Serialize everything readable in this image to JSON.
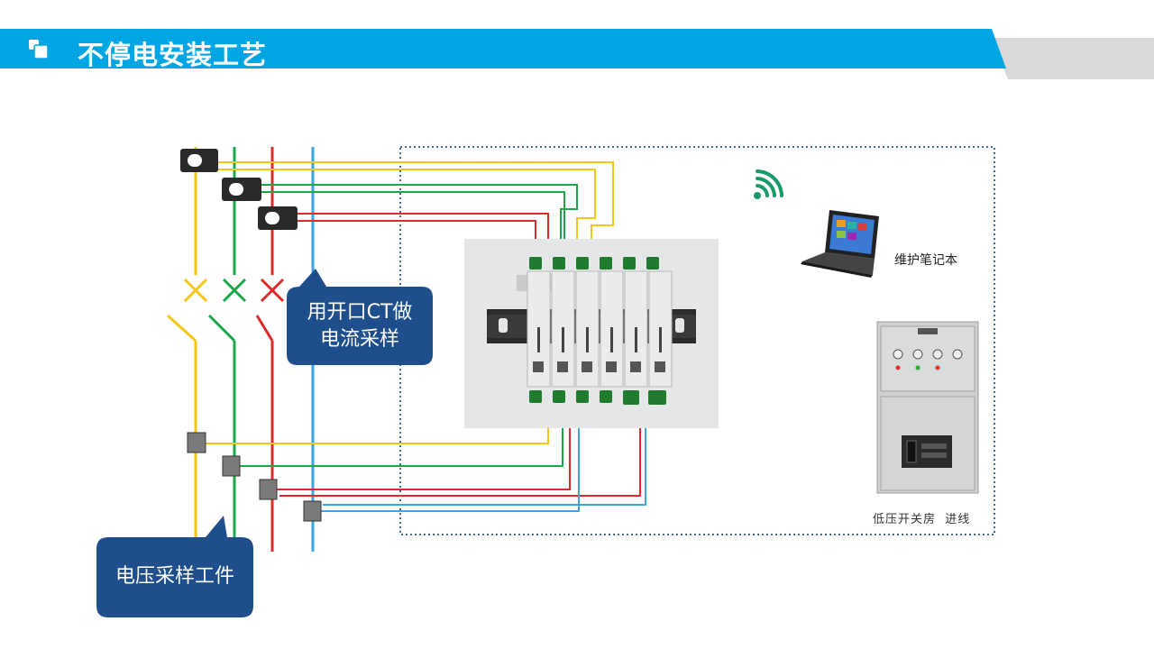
{
  "header": {
    "title": "不停电安装工艺",
    "accent_color": "#00a6e4",
    "gray_color": "#d9d9d9"
  },
  "callouts": {
    "ct": {
      "line1": "用开口CT做",
      "line2": "电流采样"
    },
    "voltage": {
      "text": "电压采样工件"
    }
  },
  "labels": {
    "laptop": "维护笔记本",
    "switchroom": "低压开关房  进线"
  },
  "wire_colors": {
    "yellow": "#f5c518",
    "green": "#1aa84a",
    "red": "#e02a2a",
    "blue": "#3aa6dc"
  },
  "icons": [
    "header-icon",
    "wifi-icon",
    "laptop-icon",
    "switchgear-cabinet",
    "din-rail-meter-device",
    "split-core-ct",
    "voltage-clamp"
  ]
}
